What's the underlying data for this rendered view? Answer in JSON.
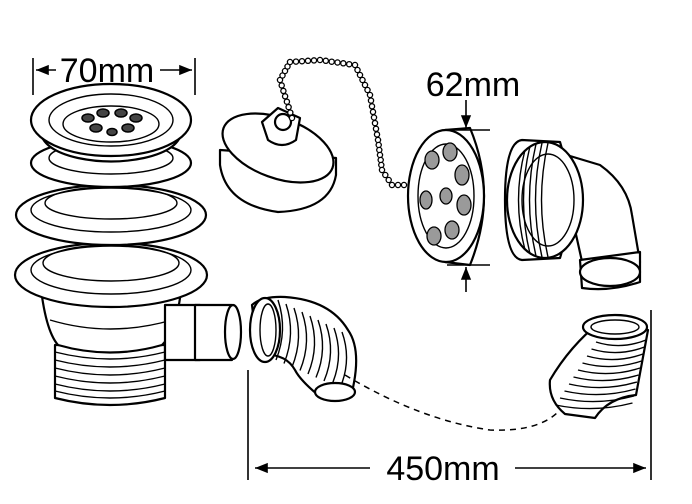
{
  "dimensions": {
    "waste_diameter": "70mm",
    "overflow_diameter": "62mm",
    "hose_length": "450mm"
  }
}
